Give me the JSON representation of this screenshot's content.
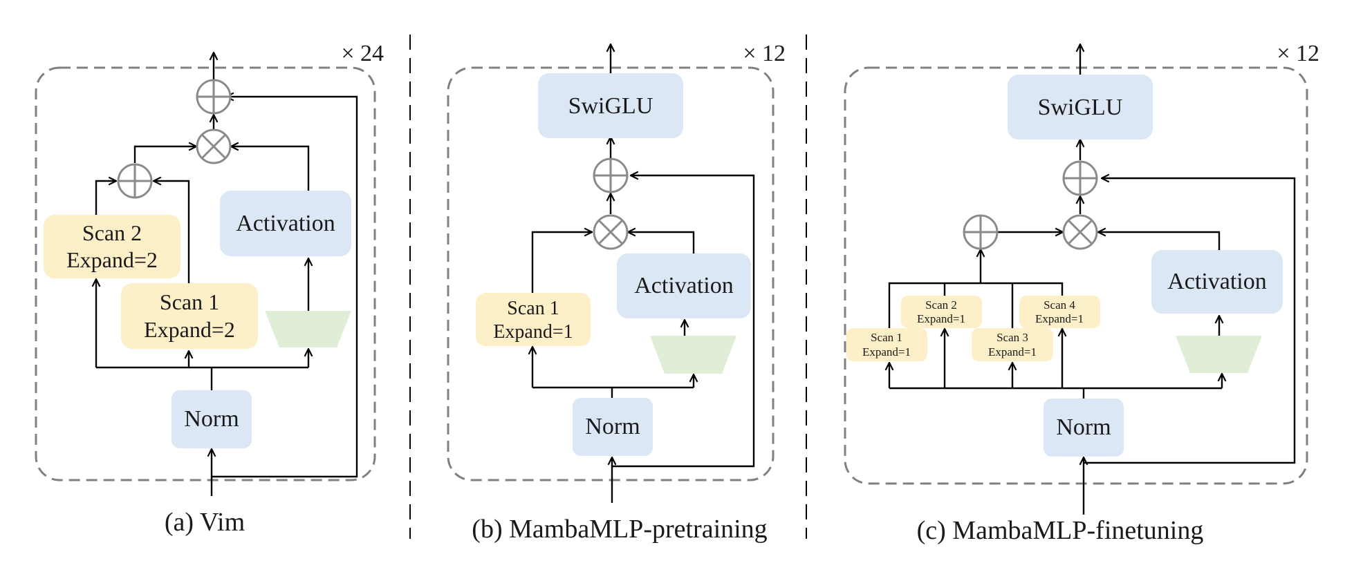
{
  "panels": [
    {
      "id": "a",
      "caption": "(a) Vim",
      "repeat": "× 24",
      "blocks": {
        "norm": "Norm",
        "activation": "Activation",
        "scan_1": [
          "Scan 1",
          "Expand=2"
        ],
        "scan_2": [
          "Scan 2",
          "Expand=2"
        ]
      }
    },
    {
      "id": "b",
      "caption": "(b) MambaMLP-pretraining",
      "repeat": "× 12",
      "blocks": {
        "norm": "Norm",
        "activation": "Activation",
        "swiglu": "SwiGLU",
        "scan_1": [
          "Scan 1",
          "Expand=1"
        ]
      }
    },
    {
      "id": "c",
      "caption": "(c) MambaMLP-finetuning",
      "repeat": "× 12",
      "blocks": {
        "norm": "Norm",
        "activation": "Activation",
        "swiglu": "SwiGLU",
        "scan_1": [
          "Scan 1",
          "Expand=1"
        ],
        "scan_2": [
          "Scan 2",
          "Expand=1"
        ],
        "scan_3": [
          "Scan 3",
          "Expand=1"
        ],
        "scan_4": [
          "Scan 4",
          "Expand=1"
        ]
      }
    }
  ],
  "colors": {
    "compute_block": "#dbe7f4",
    "scan_block": "#fdefc7",
    "projection_block": "#e0eed8",
    "frame": "#808080",
    "operator": "#8a8a8a"
  }
}
